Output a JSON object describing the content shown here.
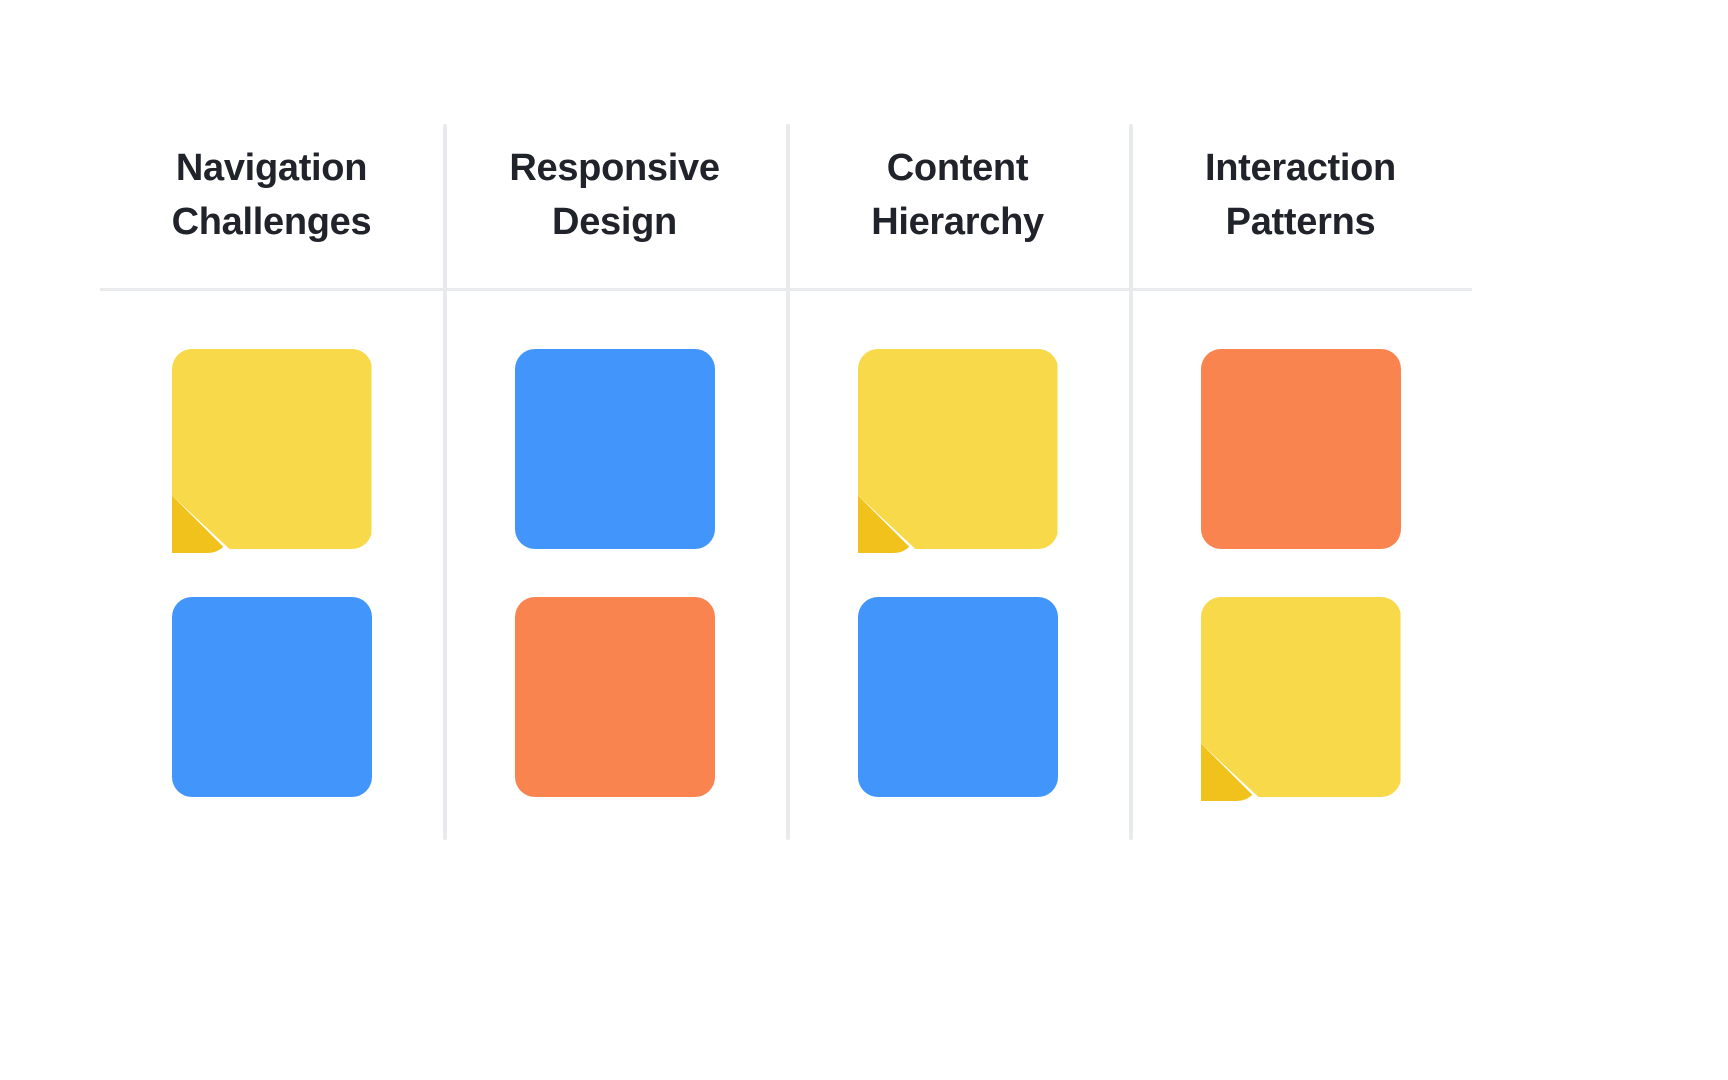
{
  "board": {
    "background_color": "#FFFFFF",
    "divider_color": "#E9EAEB",
    "title_color": "#20232A"
  },
  "palette": {
    "yellow": "#F7D94A",
    "yellow_fold": "#F2C21C",
    "blue": "#4295FA",
    "orange": "#FA8450"
  },
  "columns": [
    {
      "title": "Navigation Challenges",
      "cards": [
        {
          "name": "note-yellow-folded",
          "color": "#F7D94A",
          "fold_color": "#F2C21C",
          "folded": true
        },
        {
          "name": "note-blue",
          "color": "#4295FA",
          "fold_color": "",
          "folded": false
        }
      ]
    },
    {
      "title": "Responsive Design",
      "cards": [
        {
          "name": "note-blue",
          "color": "#4295FA",
          "fold_color": "",
          "folded": false
        },
        {
          "name": "note-orange",
          "color": "#FA8450",
          "fold_color": "",
          "folded": false
        }
      ]
    },
    {
      "title": "Content Hierarchy",
      "cards": [
        {
          "name": "note-yellow-folded",
          "color": "#F7D94A",
          "fold_color": "#F2C21C",
          "folded": true
        },
        {
          "name": "note-blue",
          "color": "#4295FA",
          "fold_color": "",
          "folded": false
        }
      ]
    },
    {
      "title": "Interaction Patterns",
      "cards": [
        {
          "name": "note-orange",
          "color": "#FA8450",
          "fold_color": "",
          "folded": false
        },
        {
          "name": "note-yellow-folded",
          "color": "#F7D94A",
          "fold_color": "#F2C21C",
          "folded": true
        }
      ]
    }
  ]
}
